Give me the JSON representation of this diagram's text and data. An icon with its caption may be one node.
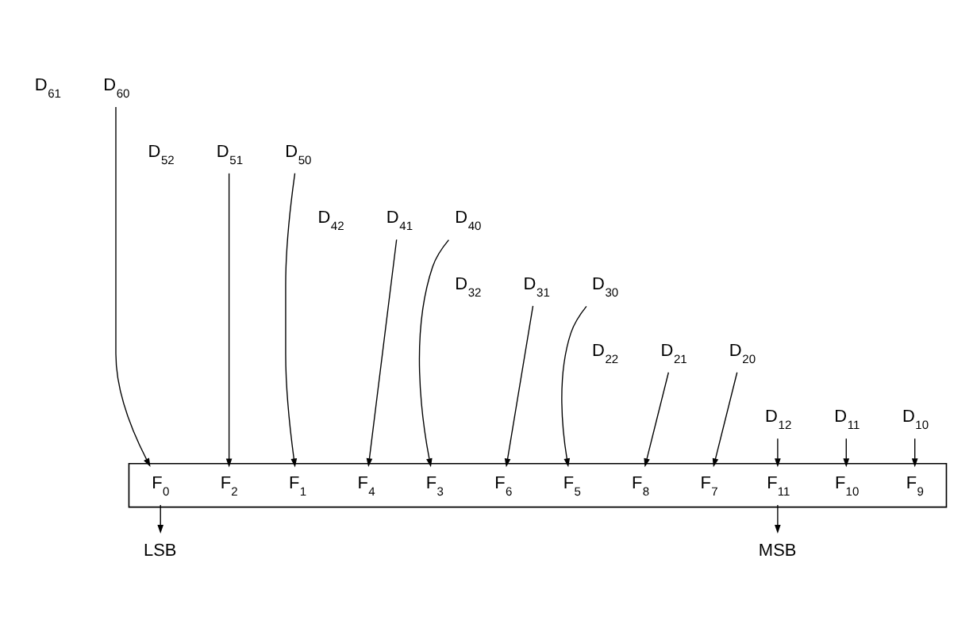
{
  "diagram": {
    "nodes": [
      {
        "text": [],
        "shape": "bar"
      },
      {
        "text": [
          "F$_{11}$"
        ],
        "in": 0
      },
      {
        "text": [
          "F$_{10}$"
        ],
        "in": 0
      },
      {
        "text": [
          "F$_{9}$"
        ],
        "in": 0
      },
      {
        "text": [
          "F$_{8}$"
        ],
        "in": 0
      },
      {
        "text": [
          "F$_{7}$"
        ],
        "in": 0
      },
      {
        "text": [
          "F$_{6}$"
        ],
        "in": 0
      },
      {
        "text": [
          "F$_{5}$"
        ],
        "in": 0
      },
      {
        "text": [
          "F$_{4}$"
        ],
        "in": 0
      },
      {
        "text": [
          "F$_{3}$"
        ],
        "in": 0
      },
      {
        "text": [
          "F$_{2}$"
        ],
        "in": 0
      },
      {
        "text": [
          "F$_{1}$"
        ],
        "in": 0
      },
      {
        "text": [
          "F$_{0}$"
        ],
        "in": 0
      },
      {
        "text": [
          "D$_{60}$"
        ]
      },
      {
        "text": [
          "D$_{51}$"
        ]
      },
      {
        "text": [
          "D$_{50}$"
        ]
      },
      {
        "text": [
          "D$_{41}$"
        ]
      },
      {
        "text": [
          "D$_{40}$"
        ]
      },
      {
        "text": [
          "D$_{31}$"
        ]
      },
      {
        "text": [
          "D$_{30}$"
        ]
      },
      {
        "text": [
          "D$_{21}$"
        ]
      },
      {
        "text": [
          "D$_{20}$"
        ]
      },
      {
        "text": [
          "D$_{12}$"
        ]
      },
      {
        "text": [
          "D$_{11}$"
        ]
      },
      {
        "text": [
          "D$_{10}$"
        ]
      },
      {
        "text": [
          "MSB"
        ]
      },
      {
        "text": [
          "LSB"
        ]
      }
    ],
    "edges": [
      {
        "from": 22,
        "to": 1,
        "arrow": "to"
      },
      {
        "from": 23,
        "to": 2,
        "arrow": "to"
      },
      {
        "from": 24,
        "to": 3,
        "arrow": "to"
      },
      {
        "from": 20,
        "to": 4,
        "arrow": "to"
      },
      {
        "from": 21,
        "to": 5,
        "arrow": "to"
      },
      {
        "from": 18,
        "to": 6,
        "arrow": "to"
      },
      {
        "from": 19,
        "to": 7,
        "arrow": "to"
      },
      {
        "from": 16,
        "to": 8,
        "arrow": "to"
      },
      {
        "from": 17,
        "to": 9,
        "arrow": "to"
      },
      {
        "from": 14,
        "to": 10,
        "arrow": "to"
      },
      {
        "from": 15,
        "to": 11,
        "arrow": "to"
      },
      {
        "from": 13,
        "to": 12,
        "arrow": "to"
      },
      {
        "from": 1,
        "to": 25,
        "arrow": "to"
      },
      {
        "from": 12,
        "to": 26,
        "arrow": "to"
      }
    ],
    "labels": [
      "D$_{61}$",
      "D$_{52}$",
      "D$_{42}$",
      "D$_{32}$",
      "D$_{22}$"
    ]
  }
}
